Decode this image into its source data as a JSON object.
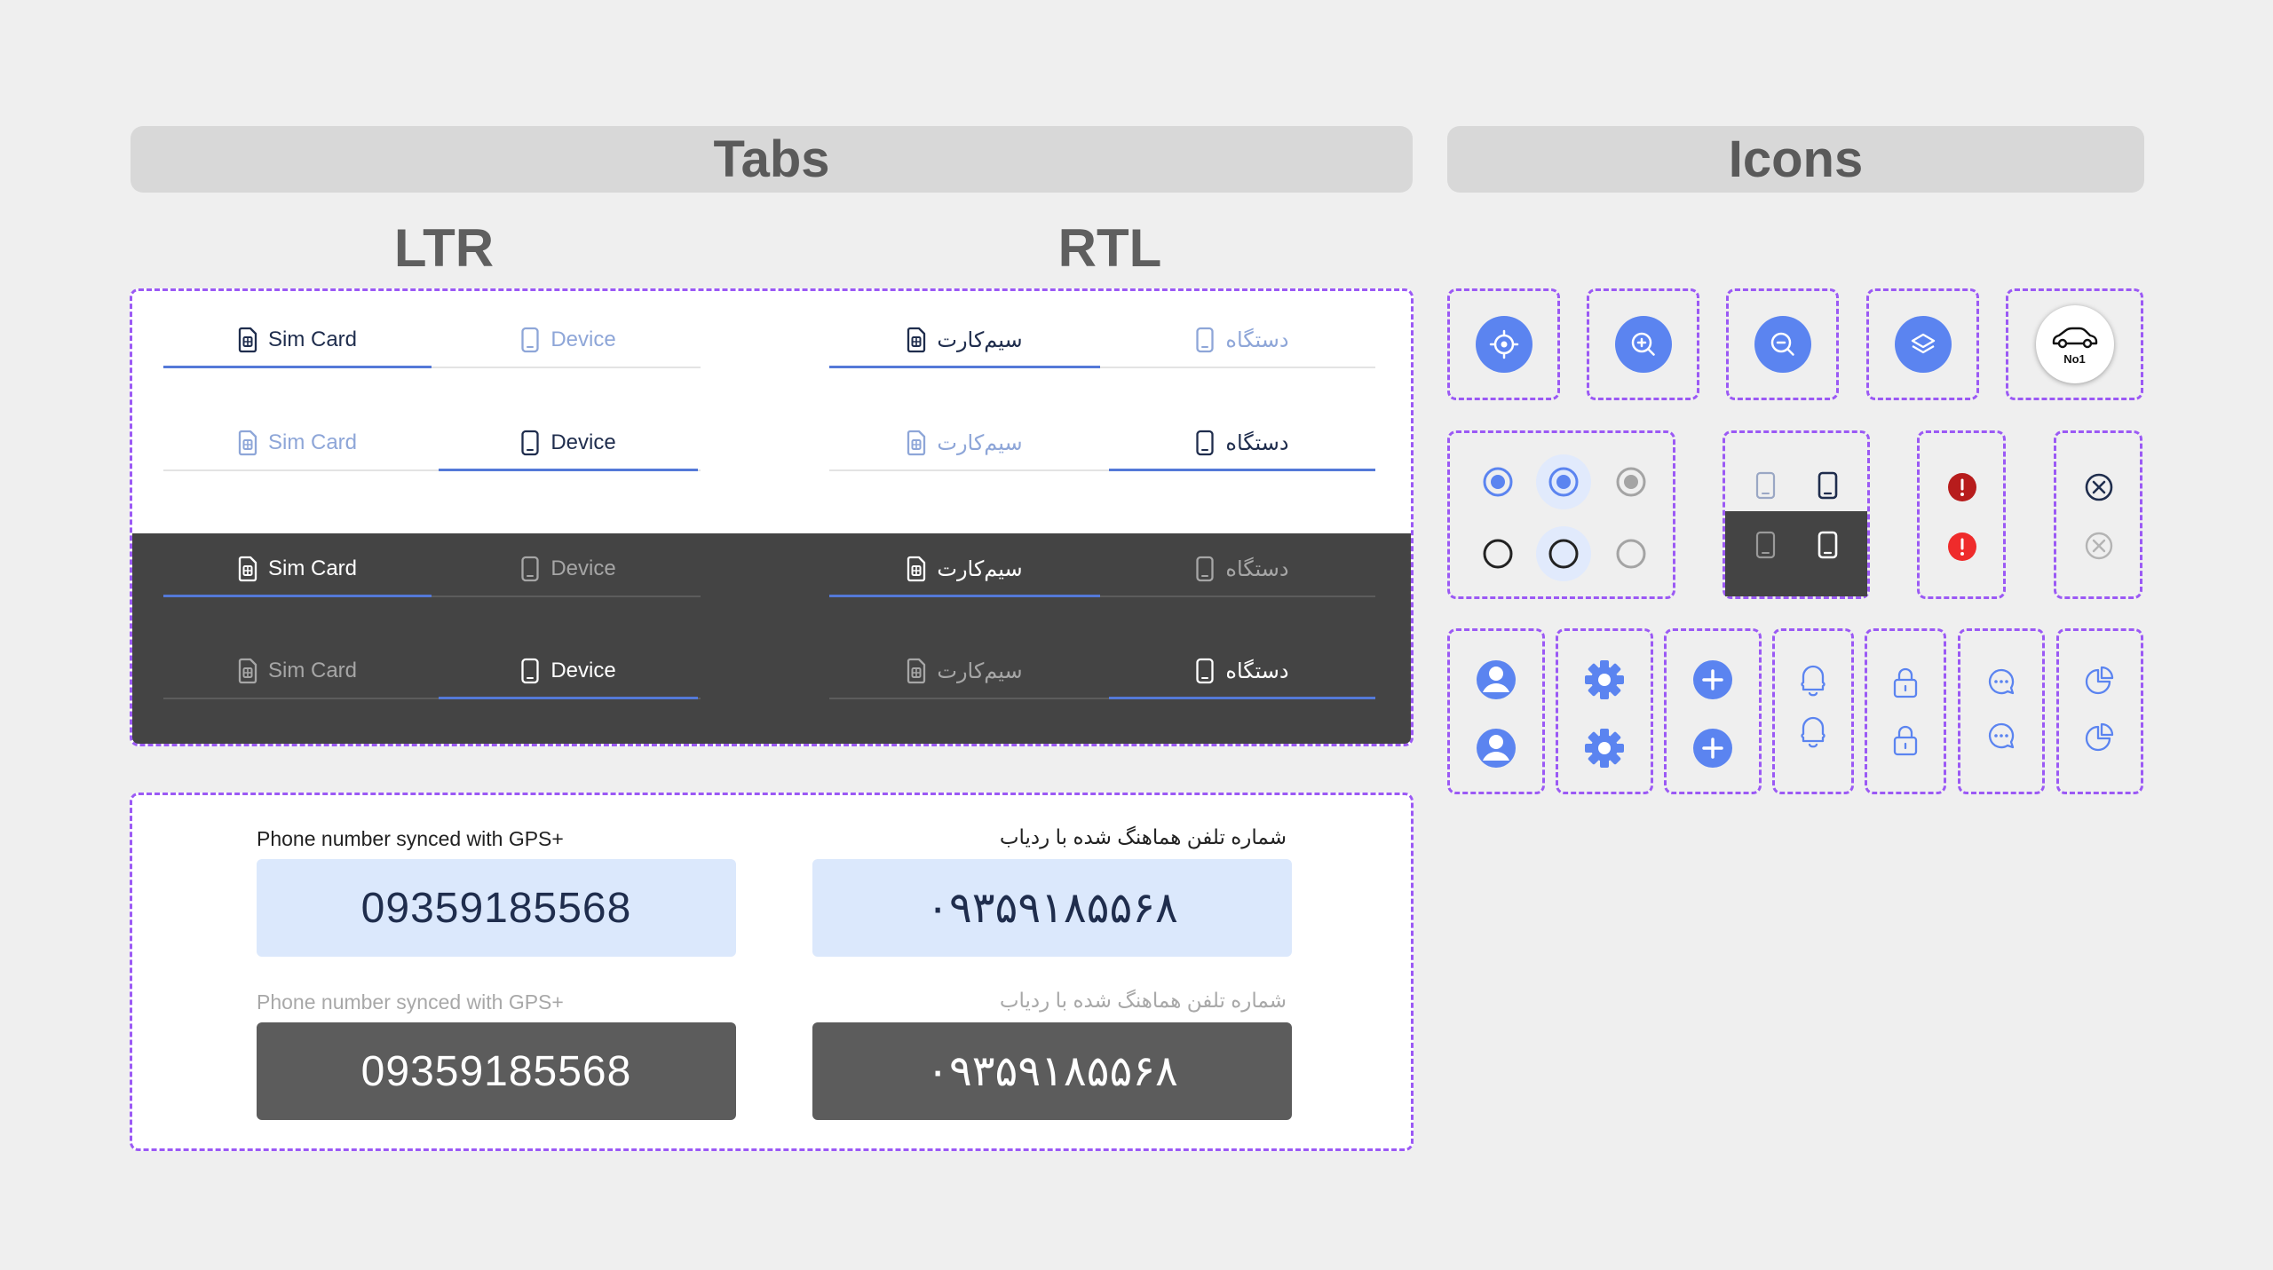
{
  "headers": {
    "tabs": "Tabs",
    "icons": "Icons"
  },
  "subheaders": {
    "ltr": "LTR",
    "rtl": "RTL"
  },
  "tabs": {
    "ltr": {
      "sim": "Sim Card",
      "device": "Device"
    },
    "rtl": {
      "sim": "سیم‌کارت",
      "device": "دستگاه"
    }
  },
  "phone": {
    "label_en": "Phone number synced with GPS+",
    "label_fa": "شماره تلفن هماهنگ شده با ردیاب",
    "number_en": "09359185568",
    "number_fa": "۰۹۳۵۹۱۸۵۵۶۸"
  },
  "icons": {
    "car_badge": "No1"
  },
  "colors": {
    "accent": "#5479d8",
    "icon_blue": "#5b84f0",
    "dark_bg": "#444444",
    "light_field": "#dbe8fc",
    "dark_field": "#5c5c5c",
    "dashed_border": "#9b59f5",
    "alert_dark_red": "#b71c1c",
    "alert_red": "#ef2b2b"
  }
}
